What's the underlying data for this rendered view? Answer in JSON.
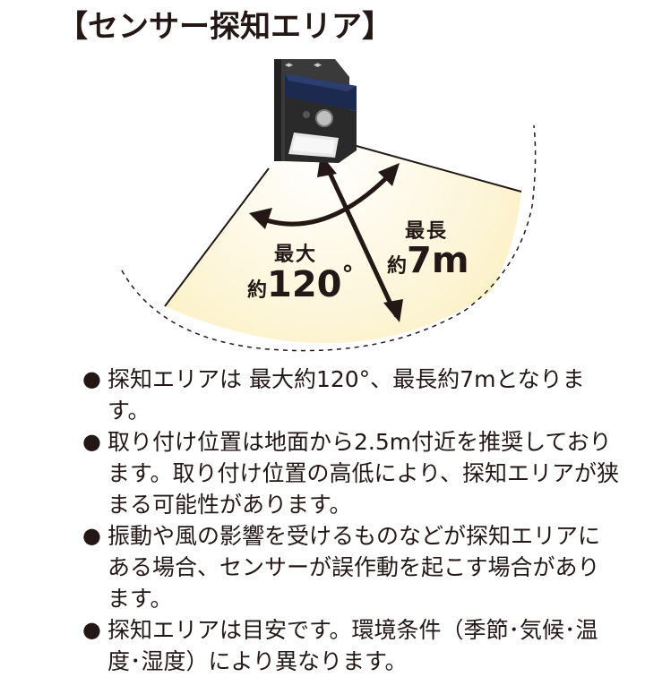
{
  "title": "【センサー探知エリア】",
  "angle_label": {
    "prefix": "最大",
    "approx": "約",
    "value": "120",
    "unit": "°"
  },
  "range_label": {
    "prefix": "最長",
    "approx": "約",
    "value": "7m"
  },
  "notes": {
    "bullet": "●",
    "items": [
      "探知エリアは 最大約120°、最長約7mとなります。",
      "取り付け位置は地面から2.5m付近を推奨しております。取り付け位置の高低により、探知エリアが狭まる可能性があります。",
      "振動や風の影響を受けるものなどが探知エリアにある場合、センサーが誤作動を起こす場合があります。",
      "探知エリアは目安です。環境条件（季節･気候･温度･湿度）により異なります。"
    ]
  },
  "colors": {
    "area_fill": "#fbf0c6",
    "text": "#231815",
    "device_body": "#2b2b2b",
    "solar_panel": "#1b2a4e"
  }
}
